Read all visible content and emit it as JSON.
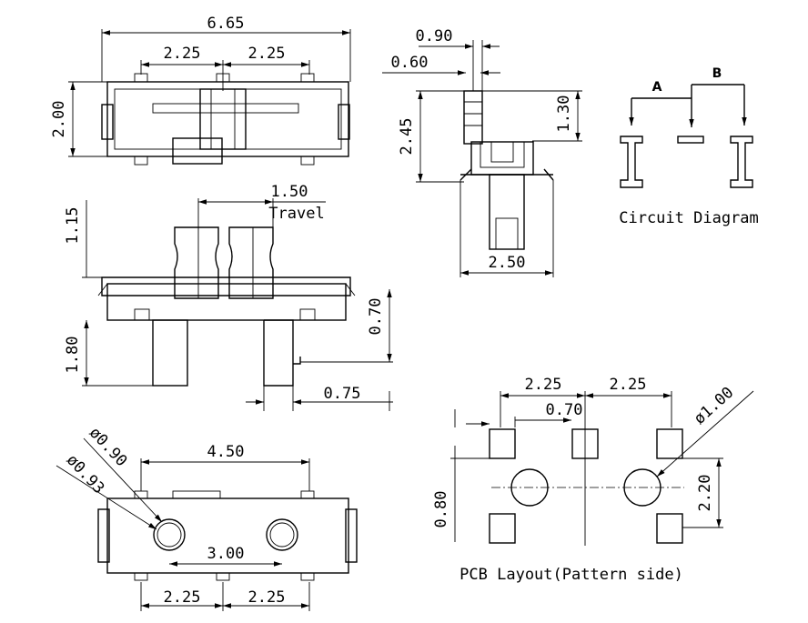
{
  "top_view": {
    "overall_width": "6.65",
    "left_span": "2.25",
    "right_span": "2.25",
    "height": "2.00"
  },
  "side_view": {
    "dim_a": "0.90",
    "dim_b": "0.60",
    "knob_height": "1.30",
    "total_height": "2.45",
    "width": "2.50"
  },
  "circuit": {
    "label_a": "A",
    "label_b": "B",
    "caption": "Circuit Diagram"
  },
  "front_view": {
    "travel_value": "1.50",
    "travel_label": "Travel",
    "knob_height": "1.15",
    "lead_length": "1.80",
    "lead_gap": "0.70",
    "lead_width": "0.75"
  },
  "bottom_view": {
    "hole_dia_a": "ø0.90",
    "hole_dia_b": "ø0.93",
    "post_span": "4.50",
    "hole_spacing": "3.00",
    "left_pitch": "2.25",
    "right_pitch": "2.25"
  },
  "pcb_layout": {
    "left_pitch": "2.25",
    "right_pitch": "2.25",
    "pad_gap": "0.70",
    "hole_dia": "ø1.00",
    "row_height": "2.20",
    "pad_size": "0.80",
    "caption": "PCB Layout(Pattern side)"
  }
}
